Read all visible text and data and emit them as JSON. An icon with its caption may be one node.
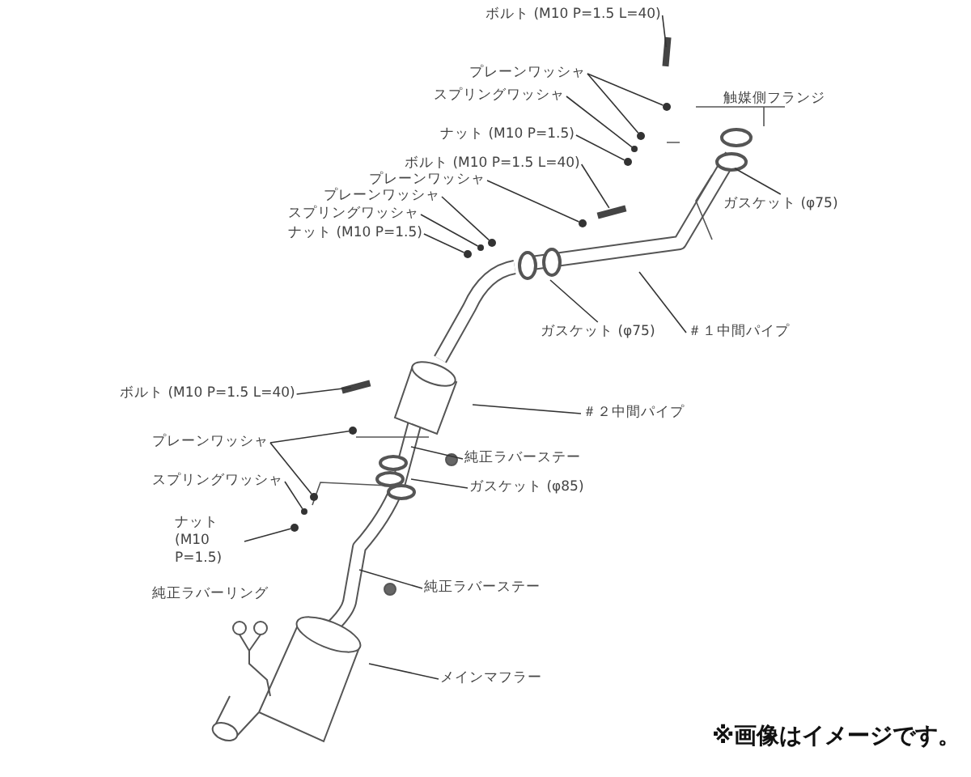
{
  "diagram": {
    "caption": "※画像はイメージです。",
    "nodes": [
      {
        "text": [
          "ボルト (M10 P=1.5 L=40)"
        ]
      },
      {
        "text": [
          "プレーンワッシャ"
        ]
      },
      {
        "text": [
          "スプリングワッシャ"
        ]
      },
      {
        "text": [
          "ナット (M10 P=1.5)"
        ]
      },
      {
        "text": [
          "ボルト (M10 P=1.5 L=40)"
        ]
      },
      {
        "text": [
          "プレーンワッシャ"
        ]
      },
      {
        "text": [
          "プレーンワッシャ"
        ]
      },
      {
        "text": [
          "スプリングワッシャ"
        ]
      },
      {
        "text": [
          "ナット (M10 P=1.5)"
        ]
      },
      {
        "text": [
          "ガスケット (φ75)"
        ]
      },
      {
        "text": [
          "ガスケット (φ75)"
        ]
      },
      {
        "text": [
          "＃１中間パイプ"
        ]
      },
      {
        "text": [
          "ボルト (M10 P=1.5 L=40)"
        ]
      },
      {
        "text": [
          "＃２中間パイプ"
        ]
      },
      {
        "text": [
          "プレーンワッシャ"
        ]
      },
      {
        "text": [
          "純正ラバーステー"
        ]
      },
      {
        "text": [
          "スプリングワッシャ"
        ]
      },
      {
        "text": [
          "ガスケット (φ85)"
        ]
      },
      {
        "text": [
          "ナット (M10 P=1.5)"
        ]
      },
      {
        "text": [
          "純正ラバーステー"
        ]
      },
      {
        "text": [
          "メインマフラー"
        ]
      },
      {
        "text": [],
        "shape": "bar"
      },
      {
        "text": [],
        "shape": "circle"
      },
      {
        "text": [],
        "shape": "circle"
      },
      {
        "text": [],
        "shape": "circle"
      },
      {
        "text": [],
        "shape": "circle"
      },
      {
        "text": [],
        "shape": "bar"
      },
      {
        "text": [],
        "shape": "circle"
      },
      {
        "text": [],
        "shape": "circle"
      },
      {
        "text": [],
        "shape": "circle"
      },
      {
        "text": [],
        "shape": "circle"
      },
      {
        "text": [],
        "shape": "bar"
      },
      {
        "text": [],
        "shape": "circle"
      },
      {
        "text": [],
        "shape": "circle"
      },
      {
        "text": [],
        "shape": "circle"
      },
      {
        "text": [],
        "shape": "circle"
      }
    ],
    "edges": [
      {
        "from": 0,
        "to": 21,
        "arrow": "none"
      },
      {
        "from": 1,
        "to": 22,
        "arrow": "none"
      },
      {
        "from": 1,
        "to": 23,
        "arrow": "none"
      },
      {
        "from": 2,
        "to": 24,
        "arrow": "none"
      },
      {
        "from": 3,
        "to": 25,
        "arrow": "none"
      },
      {
        "from": 4,
        "to": 26,
        "arrow": "none"
      },
      {
        "from": 5,
        "to": 27,
        "arrow": "none"
      },
      {
        "from": 6,
        "to": 28,
        "arrow": "none"
      },
      {
        "from": 7,
        "to": 29,
        "arrow": "none"
      },
      {
        "from": 8,
        "to": 30,
        "arrow": "none"
      },
      {
        "from": 9,
        "to": null,
        "arrow": "none"
      },
      {
        "from": 10,
        "to": null,
        "arrow": "none"
      },
      {
        "from": 11,
        "to": null,
        "arrow": "none"
      },
      {
        "from": 12,
        "to": 31,
        "arrow": "none"
      },
      {
        "from": 13,
        "to": null,
        "arrow": "none"
      },
      {
        "from": 14,
        "to": 32,
        "arrow": "none"
      },
      {
        "from": 14,
        "to": 33,
        "arrow": "none"
      },
      {
        "from": 15,
        "to": null,
        "arrow": "none"
      },
      {
        "from": 16,
        "to": 34,
        "arrow": "none"
      },
      {
        "from": 17,
        "to": null,
        "arrow": "none"
      },
      {
        "from": 18,
        "to": 35,
        "arrow": "none"
      },
      {
        "from": 19,
        "to": null,
        "arrow": "none"
      },
      {
        "from": 20,
        "to": null,
        "arrow": "none"
      }
    ],
    "labels": [
      "触媒側フランジ",
      "純正ラバーリング"
    ]
  }
}
